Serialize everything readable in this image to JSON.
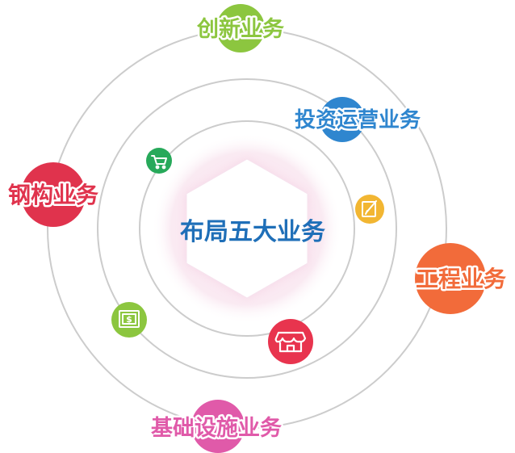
{
  "center": {
    "title": "布局五大业务",
    "color": "#1f6fb8"
  },
  "businesses": [
    {
      "id": "innovation",
      "label": "创新业务",
      "color": "#8cc63f"
    },
    {
      "id": "investment",
      "label": "投资运营业务",
      "color": "#2f86cf"
    },
    {
      "id": "steel",
      "label": "钢构业务",
      "color": "#e0334d"
    },
    {
      "id": "engineering",
      "label": "工程业务",
      "color": "#f26b3a"
    },
    {
      "id": "infrastructure",
      "label": "基础设施业务",
      "color": "#e05aa9"
    }
  ],
  "small_icons": [
    {
      "id": "cart",
      "icon": "cart-icon",
      "color": "#27a95a"
    },
    {
      "id": "edit",
      "icon": "edit-icon",
      "color": "#f2b632"
    },
    {
      "id": "money",
      "icon": "money-icon",
      "color": "#8cc63f"
    },
    {
      "id": "store",
      "icon": "store-icon",
      "color": "#e8344e"
    }
  ],
  "ring_color": "#cccccc"
}
